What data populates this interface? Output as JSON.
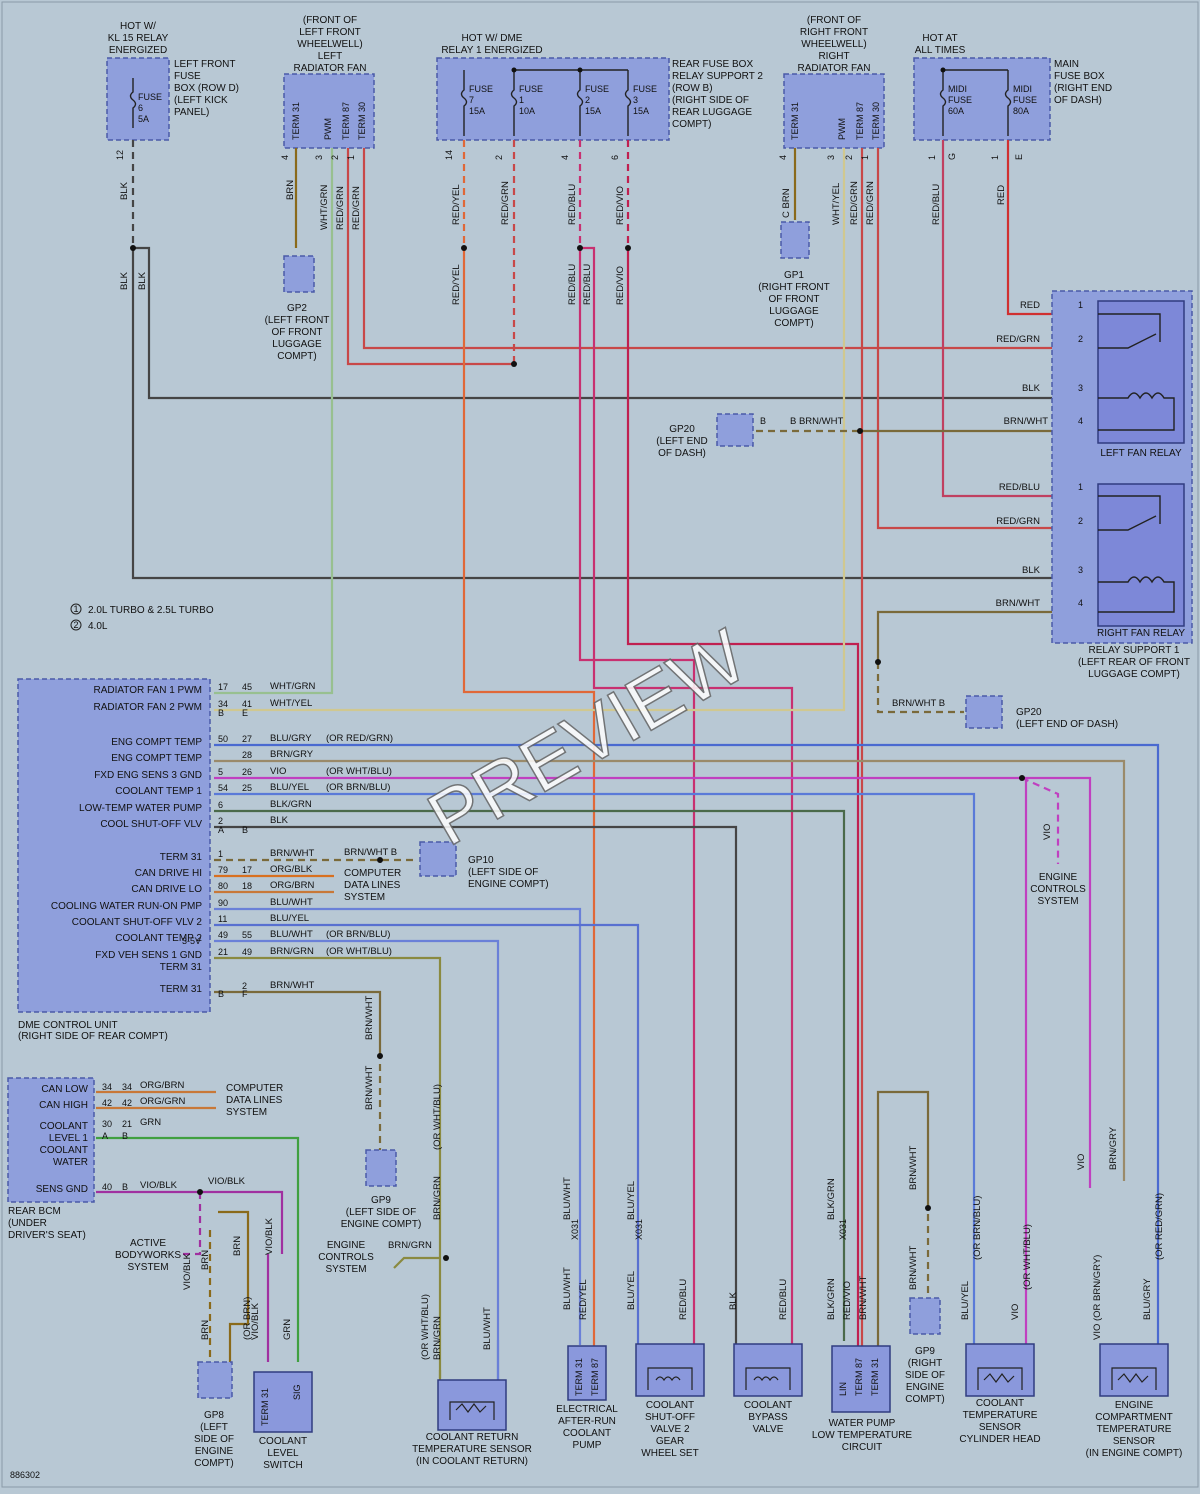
{
  "diagram_id": "886302",
  "watermark": "PREVIEW",
  "notes": [
    {
      "num": "1",
      "text": "2.0L TURBO & 2.5L TURBO"
    },
    {
      "num": "2",
      "text": "4.0L"
    }
  ],
  "top_labels": {
    "hot_kl15": [
      "HOT W/",
      "KL 15 RELAY",
      "ENERGIZED"
    ],
    "left_fuse_box": [
      "LEFT FRONT",
      "FUSE",
      "BOX (ROW D)",
      "(LEFT KICK",
      "PANEL)"
    ],
    "left_fan_loc": [
      "(FRONT OF",
      "LEFT FRONT",
      "WHEELWELL)",
      "LEFT",
      "RADIATOR FAN"
    ],
    "hot_dme": [
      "HOT W/ DME",
      "RELAY 1 ENERGIZED"
    ],
    "rear_fuse_box": [
      "REAR FUSE BOX",
      "RELAY SUPPORT 2",
      "(ROW B)",
      "(RIGHT SIDE OF",
      "REAR LUGGAGE",
      "COMPT)"
    ],
    "right_fan_loc": [
      "(FRONT OF",
      "RIGHT FRONT",
      "WHEELWELL)",
      "RIGHT",
      "RADIATOR FAN"
    ],
    "hot_all": [
      "HOT AT",
      "ALL TIMES"
    ],
    "main_fuse_box": [
      "MAIN",
      "FUSE BOX",
      "(RIGHT END",
      "OF DASH)"
    ]
  },
  "fuses": {
    "kl15": [
      "FUSE",
      "6",
      "5A"
    ],
    "f7": [
      "FUSE",
      "7",
      "15A"
    ],
    "f1": [
      "FUSE",
      "1",
      "10A"
    ],
    "f2": [
      "FUSE",
      "2",
      "15A"
    ],
    "f3": [
      "FUSE",
      "3",
      "15A"
    ],
    "midi60": [
      "MIDI",
      "FUSE",
      "60A"
    ],
    "midi80": [
      "MIDI",
      "FUSE",
      "80A"
    ]
  },
  "fan_terms": [
    "TERM 31",
    "PWM",
    "TERM 87",
    "TERM 30"
  ],
  "grounds": {
    "gp2": [
      "GP2",
      "(LEFT FRONT",
      "OF FRONT",
      "LUGGAGE",
      "COMPT)"
    ],
    "gp1": [
      "GP1",
      "(RIGHT FRONT",
      "OF FRONT",
      "LUGGAGE",
      "COMPT)"
    ],
    "gp20a": [
      "GP20",
      "(LEFT END",
      "OF DASH)"
    ],
    "gp20b": "GP20",
    "gp20b_loc": "(LEFT END OF DASH)",
    "gp10": [
      "GP10",
      "(LEFT SIDE OF",
      "ENGINE COMPT)"
    ],
    "gp9a": [
      "GP9",
      "(LEFT SIDE OF",
      "ENGINE COMPT)"
    ],
    "gp9b": [
      "GP9",
      "(RIGHT",
      "SIDE OF",
      "ENGINE",
      "COMPT)"
    ],
    "gp8": [
      "GP8",
      "(LEFT",
      "SIDE OF",
      "ENGINE",
      "COMPT)"
    ]
  },
  "relays": {
    "left_fan": "LEFT FAN RELAY",
    "right_fan": "RIGHT FAN RELAY",
    "support": [
      "RELAY SUPPORT 1",
      "(LEFT REAR OF FRONT",
      "LUGGAGE COMPT)"
    ]
  },
  "wire_colors": {
    "BLK": "#454545",
    "BRN": "#8a6a1a",
    "WHTGRN": "#98c090",
    "REDGRN": "#c84848",
    "REDYEL": "#e06838",
    "REDBLU": "#c83070",
    "REDVIO": "#c02050",
    "BRNWHT": "#7a6a3a",
    "WHTYEL": "#d0c890",
    "REDBLU2": "#c04060",
    "RED": "#d03030",
    "BLUGRY": "#4a6ad0",
    "BRNGRY": "#9a8a6a",
    "VIO": "#c040c0",
    "BLUYEL": "#5a7ad8",
    "BLKGRN": "#4a6a4a",
    "ORGBLK": "#d87020",
    "ORGBRN": "#c87838",
    "BLUWHT": "#6a80d8",
    "BLUYEL2": "#5870d0",
    "GRN": "#40a040",
    "VIOBLK": "#a030a0",
    "BRNGRN": "#8a8a40"
  },
  "dme": {
    "title": [
      "DME CONTROL UNIT",
      "(RIGHT SIDE OF REAR COMPT)"
    ],
    "rows": [
      {
        "label": "RADIATOR FAN 1 PWM",
        "p1": "17",
        "p2": "45",
        "wire": "WHT/GRN",
        "note": ""
      },
      {
        "label": "RADIATOR FAN 2 PWM",
        "p1": "34",
        "p2": "41",
        "wire": "WHT/YEL",
        "note": ""
      },
      {
        "label": "",
        "p1": "B",
        "p2": "E",
        "wire": "",
        "note": ""
      },
      {
        "label": "ENG COMPT TEMP",
        "p1": "50",
        "p2": "27",
        "wire": "BLU/GRY",
        "note": "(OR RED/GRN)"
      },
      {
        "label": "ENG COMPT TEMP",
        "p1": "",
        "p2": "28",
        "wire": "BRN/GRY",
        "note": ""
      },
      {
        "label": "FXD ENG SENS 3 GND",
        "p1": "5",
        "p2": "26",
        "wire": "VIO",
        "note": "(OR WHT/BLU)"
      },
      {
        "label": "COOLANT TEMP 1",
        "p1": "54",
        "p2": "25",
        "wire": "BLU/YEL",
        "note": "(OR BRN/BLU)"
      },
      {
        "label": "LOW-TEMP WATER PUMP",
        "p1": "6",
        "p2": "",
        "wire": "BLK/GRN",
        "note": ""
      },
      {
        "label": "COOL SHUT-OFF VLV",
        "p1": "2",
        "p2": "",
        "wire": "BLK",
        "note": ""
      },
      {
        "label": "",
        "p1": "A",
        "p2": "B",
        "wire": "",
        "note": ""
      },
      {
        "label": "TERM 31",
        "p1": "1",
        "p2": "",
        "wire": "BRN/WHT",
        "note": ""
      },
      {
        "label": "CAN DRIVE HI",
        "p1": "79",
        "p2": "17",
        "wire": "ORG/BLK",
        "note": ""
      },
      {
        "label": "CAN DRIVE LO",
        "p1": "80",
        "p2": "18",
        "wire": "ORG/BRN",
        "note": ""
      },
      {
        "label": "COOLING WATER RUN-ON PMP",
        "p1": "90",
        "p2": "",
        "wire": "BLU/WHT",
        "note": ""
      },
      {
        "label": "COOLANT SHUT-OFF VLV 2",
        "p1": "11",
        "p2": "",
        "wire": "BLU/YEL",
        "note": ""
      },
      {
        "label": "COOLANT TEMP 2",
        "p1": "49",
        "p2": "55",
        "wire": "BLU/WHT",
        "note": "(OR BRN/BLU)"
      },
      {
        "label": "FXD VEH SENS 1 GND",
        "p1": "21",
        "p2": "49",
        "wire": "BRN/GRN",
        "note": "(OR WHT/BLU)"
      },
      {
        "label": "TERM 31",
        "p1": "",
        "p2": "",
        "wire": "",
        "note": ""
      },
      {
        "label": "TERM 31",
        "p1": "",
        "p2": "2",
        "wire": "BRN/WHT",
        "note": ""
      },
      {
        "label": "",
        "p1": "B",
        "p2": "F",
        "wire": "",
        "note": ""
      }
    ],
    "extra": {
      "v35": "3-5V",
      "brnwht_b": "BRN/WHT   B",
      "computer_data": [
        "COMPUTER",
        "DATA LINES",
        "SYSTEM"
      ]
    }
  },
  "bcm": {
    "title": [
      "REAR BCM",
      "(UNDER",
      "DRIVER'S SEAT)"
    ],
    "rows": [
      {
        "label": "CAN LOW",
        "p1": "34",
        "p2": "34",
        "wire": "ORG/BRN"
      },
      {
        "label": "CAN HIGH",
        "p1": "42",
        "p2": "42",
        "wire": "ORG/GRN"
      },
      {
        "label": "COOLANT",
        "p1": "30",
        "p2": "21",
        "wire": "GRN"
      },
      {
        "label": "LEVEL 1",
        "p1": "A",
        "p2": "B",
        "wire": ""
      },
      {
        "label": "COOLANT",
        "p1": "",
        "p2": "",
        "wire": ""
      },
      {
        "label": "WATER",
        "p1": "",
        "p2": "",
        "wire": ""
      },
      {
        "label": "SENS GND",
        "p1": "40",
        "p2": "B",
        "wire": "VIO/BLK"
      }
    ],
    "computer_data": [
      "COMPUTER",
      "DATA LINES",
      "SYSTEM"
    ]
  },
  "engine_controls": [
    "ENGINE",
    "CONTROLS",
    "SYSTEM"
  ],
  "active_bodyworks": [
    "ACTIVE",
    "BODYWORKS",
    "SYSTEM"
  ],
  "components": {
    "coolant_return": [
      "COOLANT RETURN",
      "TEMPERATURE SENSOR",
      "(IN COOLANT RETURN)"
    ],
    "elec_pump": [
      "ELECTRICAL",
      "AFTER-RUN",
      "COOLANT",
      "PUMP"
    ],
    "shutoff_valve": [
      "COOLANT",
      "SHUT-OFF",
      "VALVE 2",
      "GEAR",
      "WHEEL SET"
    ],
    "bypass_valve": [
      "COOLANT",
      "BYPASS",
      "VALVE"
    ],
    "water_pump": [
      "WATER PUMP",
      "LOW TEMPERATURE",
      "CIRCUIT"
    ],
    "temp_cyl_head": [
      "COOLANT",
      "TEMPERATURE",
      "SENSOR",
      "CYLINDER HEAD"
    ],
    "eng_compt_sensor": [
      "ENGINE",
      "COMPARTMENT",
      "TEMPERATURE",
      "SENSOR",
      "(IN ENGINE COMPT)"
    ],
    "level_switch": [
      "COOLANT",
      "LEVEL",
      "SWITCH"
    ]
  },
  "comp_terms": {
    "t31": "TERM 31",
    "t87": "TERM 87",
    "lin": "LIN",
    "sig": "SIG"
  },
  "connectors": {
    "x031": "X031"
  }
}
